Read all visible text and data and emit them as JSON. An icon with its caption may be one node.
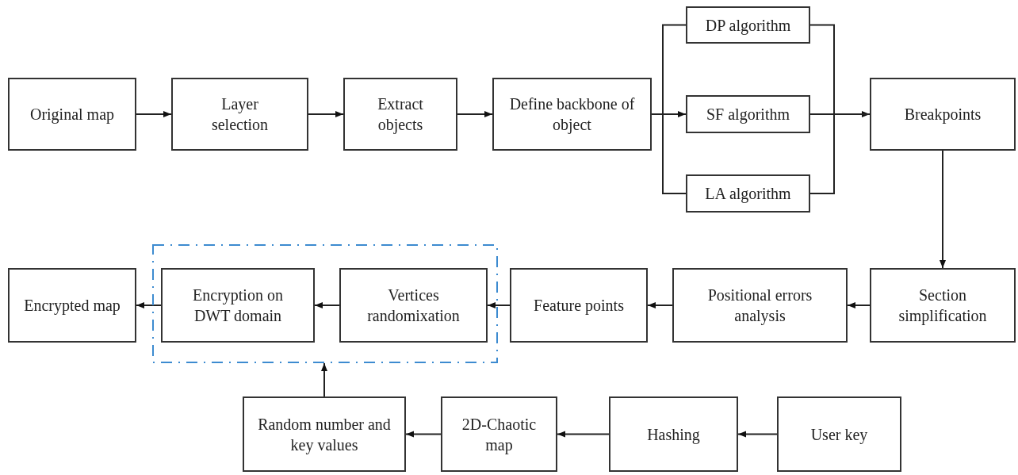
{
  "diagram": {
    "nodes": [
      {
        "text": [
          "Original map"
        ]
      },
      {
        "text": [
          "Layer selection"
        ]
      },
      {
        "text": [
          "Extract objects"
        ]
      },
      {
        "text": [
          "Define backbone of object"
        ]
      },
      {
        "text": [
          "DP algorithm"
        ]
      },
      {
        "text": [
          "SF algorithm"
        ]
      },
      {
        "text": [
          "LA algorithm"
        ]
      },
      {
        "text": [
          "Breakpoints"
        ]
      },
      {
        "text": [],
        "shape": "box"
      },
      {
        "text": [
          "Encrypted map"
        ]
      },
      {
        "text": [
          "Encryption on DWT domain"
        ],
        "in": 8
      },
      {
        "text": [
          "Vertices randomixation"
        ],
        "in": 8
      },
      {
        "text": [
          "Feature points"
        ]
      },
      {
        "text": [
          "Positional errors analysis"
        ]
      },
      {
        "text": [
          "Section simplification"
        ]
      },
      {
        "text": [
          "Random number and key values"
        ]
      },
      {
        "text": [
          "2D-Chaotic map"
        ]
      },
      {
        "text": [
          "Hashing"
        ]
      },
      {
        "text": [
          "User key"
        ]
      }
    ],
    "edges": [
      {
        "from": 0,
        "to": 1,
        "arrow": "to"
      },
      {
        "from": 1,
        "to": 2,
        "arrow": "to"
      },
      {
        "from": 2,
        "to": 3,
        "arrow": "to"
      },
      {
        "from": 3,
        "to": 4,
        "arrow": "none"
      },
      {
        "from": 3,
        "to": 5,
        "arrow": "to"
      },
      {
        "from": 3,
        "to": 6,
        "arrow": "none"
      },
      {
        "from": 4,
        "to": 7,
        "arrow": "none"
      },
      {
        "from": 5,
        "to": 7,
        "arrow": "to"
      },
      {
        "from": 6,
        "to": 7,
        "arrow": "none"
      },
      {
        "from": 7,
        "to": 14,
        "arrow": "to"
      },
      {
        "from": 14,
        "to": 13,
        "arrow": "to"
      },
      {
        "from": 13,
        "to": 12,
        "arrow": "to"
      },
      {
        "from": 12,
        "to": 11,
        "arrow": "to"
      },
      {
        "from": 11,
        "to": 10,
        "arrow": "to"
      },
      {
        "from": 10,
        "to": 9,
        "arrow": "to"
      },
      {
        "from": 15,
        "to": 8,
        "arrow": "to"
      },
      {
        "from": 16,
        "to": 15,
        "arrow": "to"
      },
      {
        "from": 17,
        "to": 16,
        "arrow": "to"
      },
      {
        "from": 18,
        "to": 17,
        "arrow": "to"
      }
    ]
  }
}
